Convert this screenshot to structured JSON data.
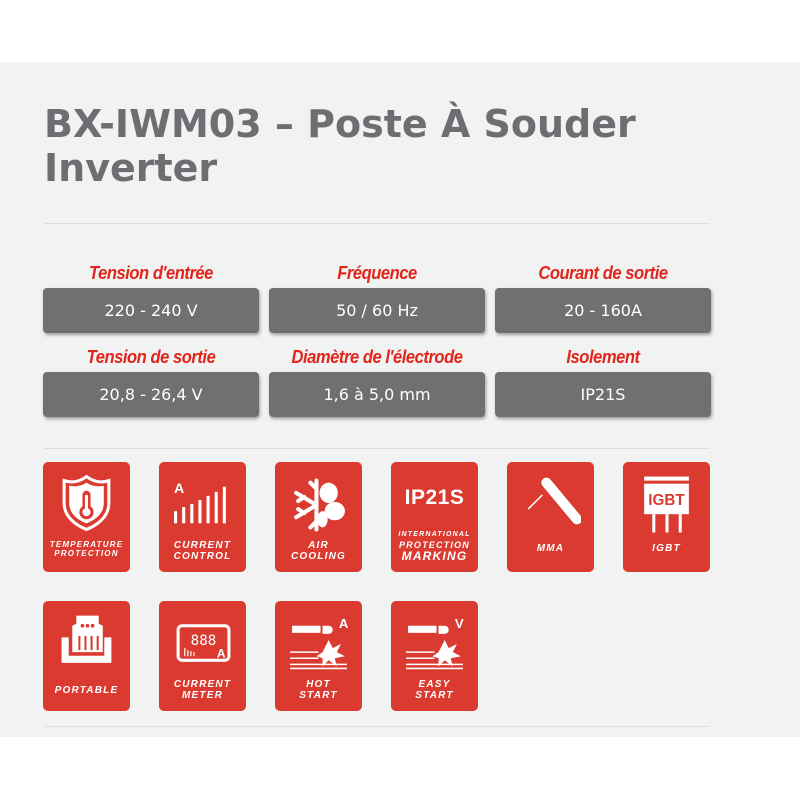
{
  "title_line1": "BX-IWM03 – Poste À Souder",
  "title_line2": "Inverter",
  "specs": [
    {
      "label": "Tension d'entrée",
      "value": "220 - 240 V"
    },
    {
      "label": "Fréquence",
      "value": "50 / 60 Hz"
    },
    {
      "label": "Courant de sortie",
      "value": "20 - 160A"
    },
    {
      "label": "Tension de sortie",
      "value": "20,8 - 26,4 V"
    },
    {
      "label": "Diamètre de l'électrode",
      "value": "1,6 à 5,0 mm"
    },
    {
      "label": "Isolement",
      "value": "IP21S"
    }
  ],
  "features": [
    {
      "icon": "shield-thermometer-icon",
      "l1": "TEMPERATURE",
      "l2": "PROTECTION"
    },
    {
      "icon": "current-bars-icon",
      "l1": "CURRENT",
      "l2": "CONTROL",
      "glyph": "A"
    },
    {
      "icon": "snowflake-fan-icon",
      "l1": "AIR",
      "l2": "COOLING"
    },
    {
      "icon": "ip21s-icon",
      "big": "IP21S",
      "l0": "INTERNATIONAL",
      "l1": "PROTECTION",
      "l2": "MARKING"
    },
    {
      "icon": "electrode-holder-icon",
      "l1": "MMA"
    },
    {
      "icon": "igbt-chip-icon",
      "l1": "IGBT",
      "chip": "IGBT"
    },
    {
      "icon": "portable-hand-icon",
      "l1": "PORTABLE"
    },
    {
      "icon": "current-meter-icon",
      "l1": "CURRENT",
      "l2": "METER",
      "digits": "888",
      "glyph": "A"
    },
    {
      "icon": "hot-start-icon",
      "l1": "HOT",
      "l2": "START",
      "glyph": "A"
    },
    {
      "icon": "easy-start-icon",
      "l1": "EASY",
      "l2": "START",
      "glyph": "V"
    }
  ],
  "colors": {
    "accent": "#e1251b",
    "tile": "#da3a30",
    "box": "#707073",
    "title": "#6d6e71",
    "band": "#f1f2f2"
  }
}
